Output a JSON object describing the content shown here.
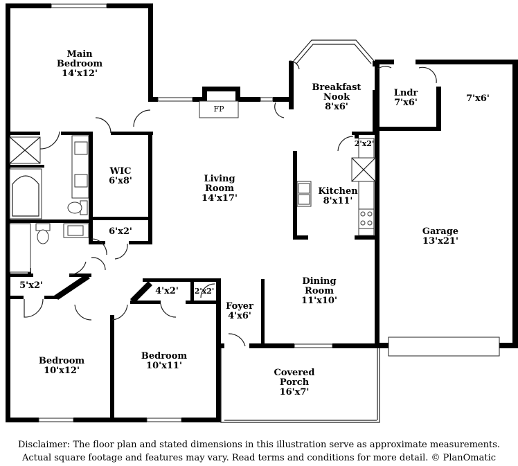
{
  "rooms": {
    "main_bedroom": {
      "name_l1": "Main",
      "name_l2": "Bedroom",
      "dims": "14'x12'"
    },
    "breakfast_nook": {
      "name_l1": "Breakfast",
      "name_l2": "Nook",
      "dims": "8'x6'"
    },
    "laundry": {
      "name": "Lndr",
      "dims": "7'x6'"
    },
    "storage": {
      "dims": "7'x6'"
    },
    "fireplace": {
      "label": "FP"
    },
    "wic": {
      "name": "WIC",
      "dims": "6'x8'"
    },
    "living_room": {
      "name_l1": "Living",
      "name_l2": "Room",
      "dims": "14'x17'"
    },
    "kitchen": {
      "name": "Kitchen",
      "dims": "8'x11'"
    },
    "pantry": {
      "dims": "2'x2'"
    },
    "garage": {
      "name": "Garage",
      "dims": "13'x21'"
    },
    "linen_closet": {
      "dims": "6'x2'"
    },
    "closet_left": {
      "dims": "5'x2'"
    },
    "closet_mid": {
      "dims": "4'x2'"
    },
    "closet_foyer": {
      "dims": "2'x2'"
    },
    "dining_room": {
      "name_l1": "Dining",
      "name_l2": "Room",
      "dims": "11'x10'"
    },
    "foyer": {
      "name": "Foyer",
      "dims": "4'x6'"
    },
    "bedroom_1": {
      "name": "Bedroom",
      "dims": "10'x12'"
    },
    "bedroom_2": {
      "name": "Bedroom",
      "dims": "10'x11'"
    },
    "covered_porch": {
      "name_l1": "Covered",
      "name_l2": "Porch",
      "dims": "16'x7'"
    }
  },
  "disclaimer": {
    "line1": "Disclaimer: The floor plan and stated dimensions in this illustration serve as approximate measurements.",
    "line2": "Actual square footage and features may vary. Read terms and conditions for more detail. © PlanOmatic"
  }
}
